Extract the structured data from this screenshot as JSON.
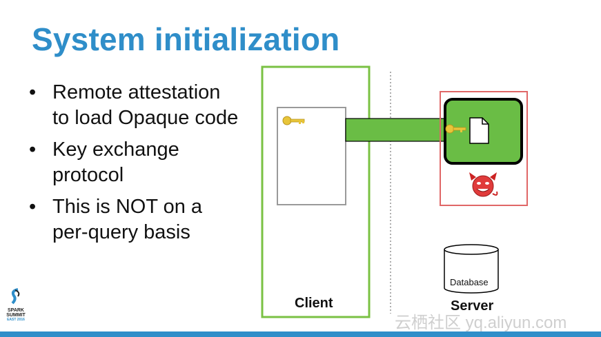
{
  "slide": {
    "title": "System initialization",
    "bullets": [
      "Remote attestation to load Opaque code",
      "Key exchange protocol",
      "This is NOT on a per-query basis"
    ]
  },
  "diagram": {
    "client_label": "Client",
    "server_label": "Server",
    "database_label": "Database",
    "colors": {
      "client_border": "#7ac143",
      "channel_fill": "#6abd45",
      "server_border": "#e06666",
      "key": "#e8c53a"
    }
  },
  "logo": {
    "line1": "SPARK",
    "line2": "SUMMIT",
    "line3": "EAST 2016"
  },
  "watermark": "云栖社区 yq.aliyun.com"
}
